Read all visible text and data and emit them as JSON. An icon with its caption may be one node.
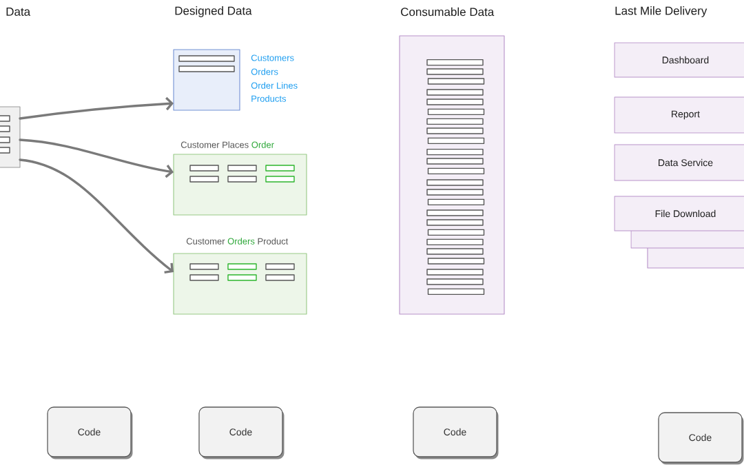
{
  "diagram": {
    "nodes": [
      {
        "text": [],
        "shape": "box"
      },
      {
        "text": [],
        "shape": "box",
        "beside": [
          "Customers",
          "Orders",
          "Order Lines",
          "Products"
        ]
      },
      {
        "text": [
          "Customer Places",
          "Order"
        ]
      },
      {
        "text": [
          "Customer",
          "Orders",
          "Product"
        ]
      },
      {
        "text": [],
        "shape": "box"
      },
      {
        "text": [
          "Dashboard"
        ]
      },
      {
        "text": [
          "Report"
        ]
      },
      {
        "text": [
          "Data Service"
        ]
      },
      {
        "text": [
          "File Download"
        ]
      },
      {
        "text": [
          "Code"
        ]
      },
      {
        "text": [
          "Code"
        ]
      },
      {
        "text": [
          "Code"
        ]
      },
      {
        "text": [
          "Code"
        ]
      }
    ],
    "edges": [
      {
        "from": 0,
        "to": 1,
        "arrow": "to"
      },
      {
        "from": 0,
        "to": 2,
        "arrow": "to"
      },
      {
        "from": 0,
        "to": 3,
        "arrow": "to"
      }
    ],
    "labels": [
      "Data",
      "Designed Data",
      "Consumable Data",
      "Last Mile Delivery"
    ]
  }
}
